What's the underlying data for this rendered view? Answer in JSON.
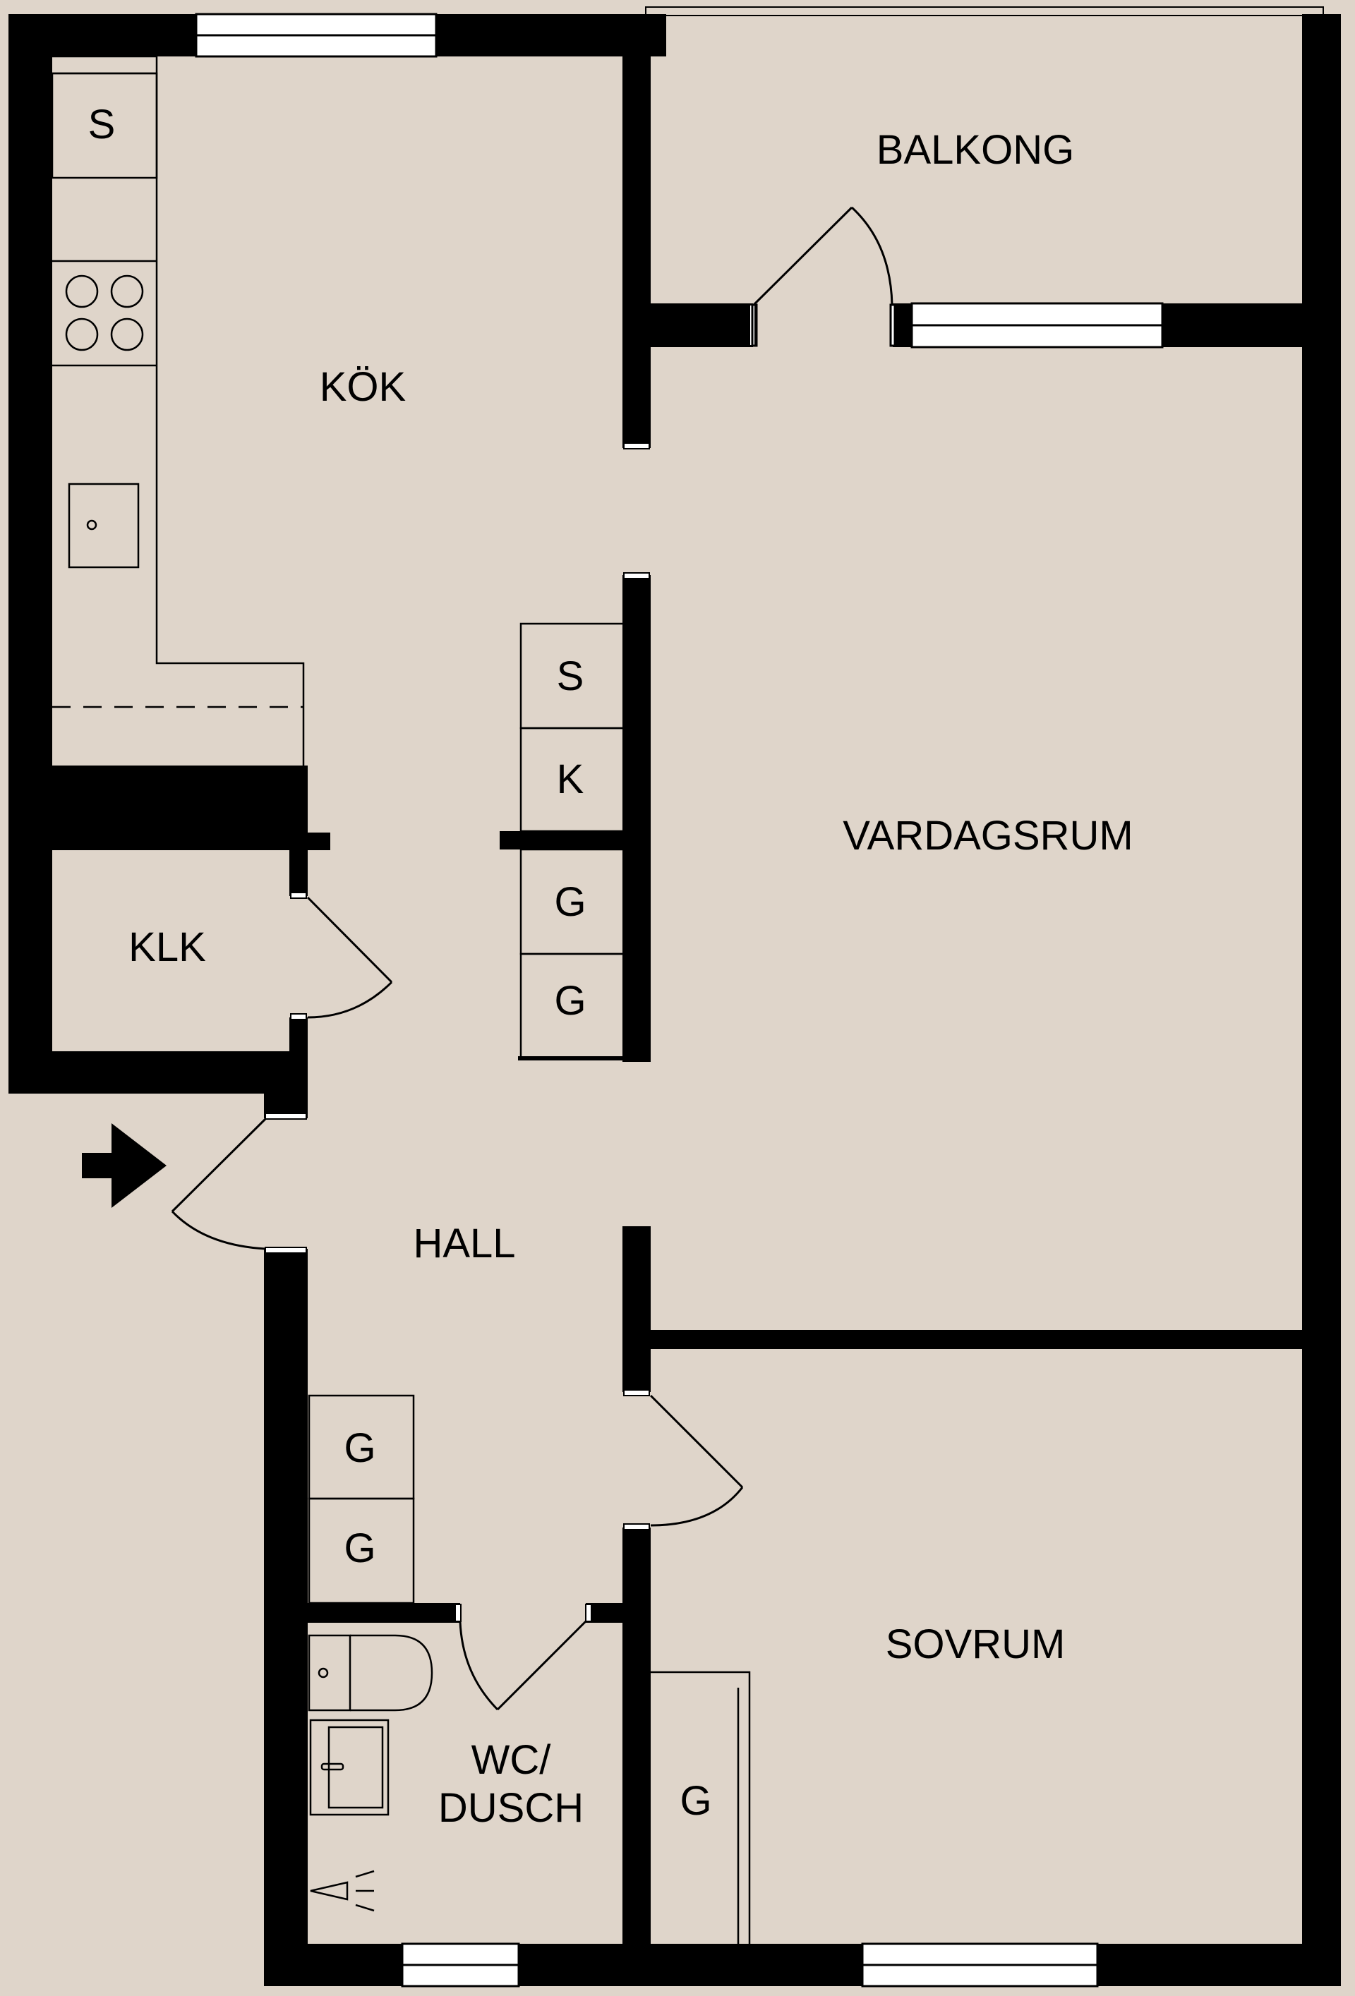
{
  "colors": {
    "floor": "#dfd5ca",
    "wall": "#000000",
    "window": "#ffffff",
    "line": "#000000"
  },
  "rooms": {
    "balkong": "BALKONG",
    "kok": "KÖK",
    "vardagsrum": "VARDAGSRUM",
    "klk": "KLK",
    "hall": "HALL",
    "sovrum": "SOVRUM",
    "wc_line1": "WC/",
    "wc_line2": "DUSCH"
  },
  "units": {
    "kitchen_fridge": "S",
    "hall_wardrobe_1": "S",
    "hall_wardrobe_2": "K",
    "hall_wardrobe_3": "G",
    "hall_wardrobe_4": "G",
    "hall_closet_1": "G",
    "hall_closet_2": "G",
    "bedroom_closet": "G"
  },
  "icons": {
    "entrance": "entrance-arrow-icon",
    "shower": "shower-head-icon",
    "stove": "stove-burners-icon",
    "sink": "sink-icon",
    "toilet": "toilet-icon"
  }
}
